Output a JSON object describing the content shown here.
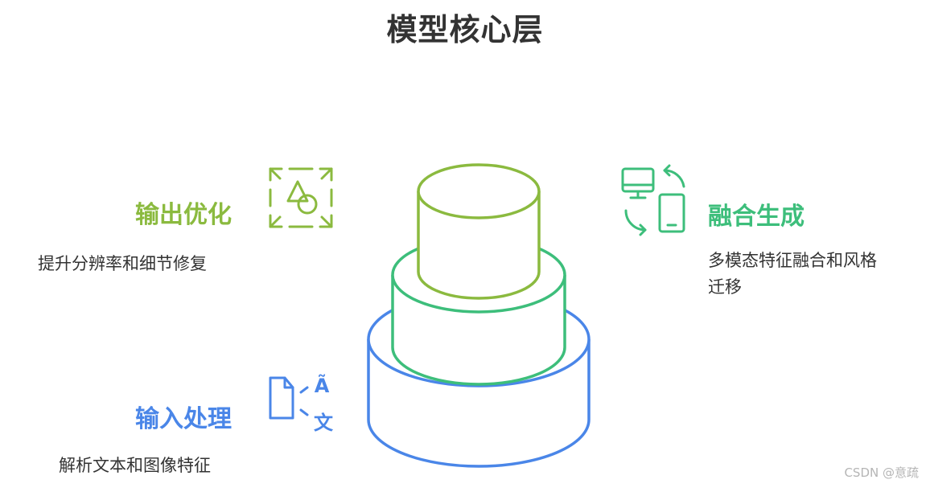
{
  "title": "模型核心层",
  "layers": [
    {
      "label": "输出优化",
      "description": "提升分辨率和细节修复",
      "color": "#8BBA3F",
      "icon": "shapes-resize-icon"
    },
    {
      "label": "融合生成",
      "description_lines": [
        "多模态特征融合和风格",
        "迁移"
      ],
      "color": "#3DBE7B",
      "icon": "device-sync-icon"
    },
    {
      "label": "输入处理",
      "description": "解析文本和图像特征",
      "color": "#4A86E8",
      "icon": "document-translate-icon"
    }
  ],
  "watermark": "CSDN @意疏"
}
